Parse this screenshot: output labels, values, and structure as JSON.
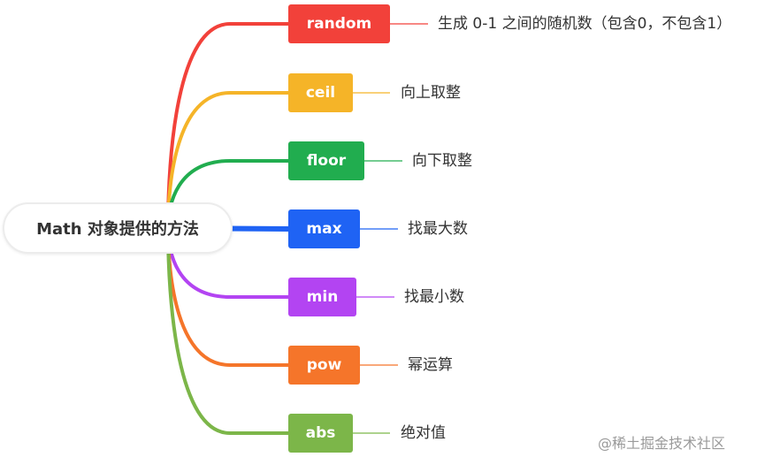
{
  "root": {
    "label": "Math 对象提供的方法"
  },
  "methods": [
    {
      "label": "random",
      "color": "#f2413a",
      "desc": "生成 0-1 之间的随机数（包含0，不包含1）"
    },
    {
      "label": "ceil",
      "color": "#f5b428",
      "desc": "向上取整"
    },
    {
      "label": "floor",
      "color": "#21ad4f",
      "desc": "向下取整"
    },
    {
      "label": "max",
      "color": "#1f63f4",
      "desc": "找最大数"
    },
    {
      "label": "min",
      "color": "#b344f2",
      "desc": "找最小数"
    },
    {
      "label": "pow",
      "color": "#f5752a",
      "desc": "幂运算"
    },
    {
      "label": "abs",
      "color": "#7cb649",
      "desc": "绝对值"
    }
  ],
  "watermark": "@稀土掘金技术社区"
}
